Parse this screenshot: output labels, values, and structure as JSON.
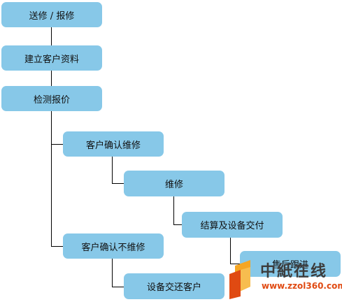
{
  "nodes": {
    "repair_request": "送修 / 报修",
    "customer_file": "建立客户资料",
    "inspection_quote": "检测报价",
    "confirm_repair": "客户确认维修",
    "repair": "维修",
    "settle_deliver": "结算及设备交付",
    "after_sales": "售后跟进",
    "confirm_no_repair": "客户确认不维修",
    "return_equipment": "设备交还客户"
  },
  "watermark": {
    "title": "中紙在线",
    "url": "www.zzol360.com"
  },
  "colors": {
    "box_fill": "#87c8e8",
    "connector": "#000000",
    "watermark_text": "#3c3c3c",
    "watermark_url": "#e04a12",
    "logo_orange": "#f5a623",
    "logo_red": "#e04a12"
  }
}
